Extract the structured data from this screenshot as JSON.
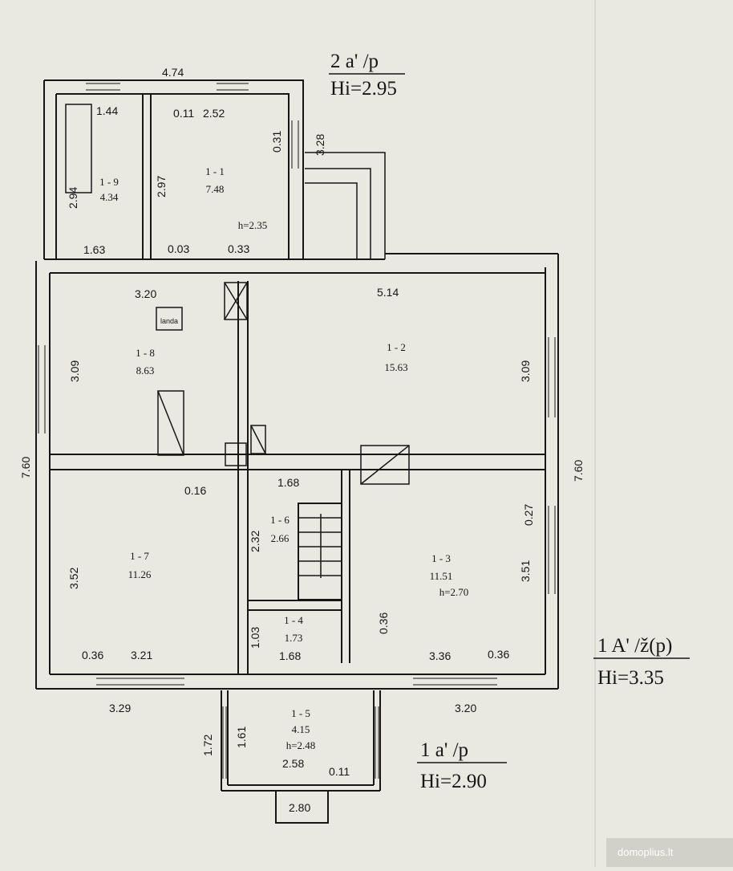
{
  "colors": {
    "paper": "#e9e9e2",
    "ink": "#161616",
    "watermark": "#ffffff"
  },
  "levels": {
    "upper": {
      "line1": "2 a' /p",
      "line2": "Hi=2.95"
    },
    "main": {
      "line1": "1 A' /ž(p)",
      "line2": "Hi=3.35"
    },
    "porch": {
      "line1": "1 a' /p",
      "line2": "Hi=2.90"
    }
  },
  "rooms": {
    "r1_1": {
      "id": "1 - 1",
      "area": "7.48",
      "height": "h=2.35"
    },
    "r1_2": {
      "id": "1 - 2",
      "area": "15.63"
    },
    "r1_3": {
      "id": "1 - 3",
      "area": "11.51",
      "height": "h=2.70"
    },
    "r1_4": {
      "id": "1 - 4",
      "area": "1.73"
    },
    "r1_5": {
      "id": "1 - 5",
      "area": "4.15",
      "height": "h=2.48"
    },
    "r1_6": {
      "id": "1 - 6",
      "area": "2.66"
    },
    "r1_7": {
      "id": "1 - 7",
      "area": "11.26"
    },
    "r1_8": {
      "id": "1 - 8",
      "area": "8.63"
    },
    "r1_9": {
      "id": "1 - 9",
      "area": "4.34"
    }
  },
  "fixture_label": "landa",
  "dims": {
    "d474": "4.74",
    "d144": "1.44",
    "d011a": "0.11",
    "d252": "2.52",
    "d031": "0.31",
    "d328": "3.28",
    "d294": "2.94",
    "d297": "2.97",
    "d163": "1.63",
    "d003": "0.03",
    "d033": "0.33",
    "d320a": "3.20",
    "d514": "5.14",
    "d309a": "3.09",
    "d309b": "3.09",
    "d760a": "7.60",
    "d760b": "7.60",
    "d016": "0.16",
    "d168a": "1.68",
    "d027": "0.27",
    "d232": "2.32",
    "d352": "3.52",
    "d351": "3.51",
    "d036a": "0.36",
    "d103": "1.03",
    "d036b": "0.36",
    "d321": "3.21",
    "d168b": "1.68",
    "d336": "3.36",
    "d036c": "0.36",
    "d329": "3.29",
    "d320b": "3.20",
    "d172": "1.72",
    "d161": "1.61",
    "d258": "2.58",
    "d011b": "0.11",
    "d280": "2.80"
  },
  "watermark": "domoplius.lt"
}
